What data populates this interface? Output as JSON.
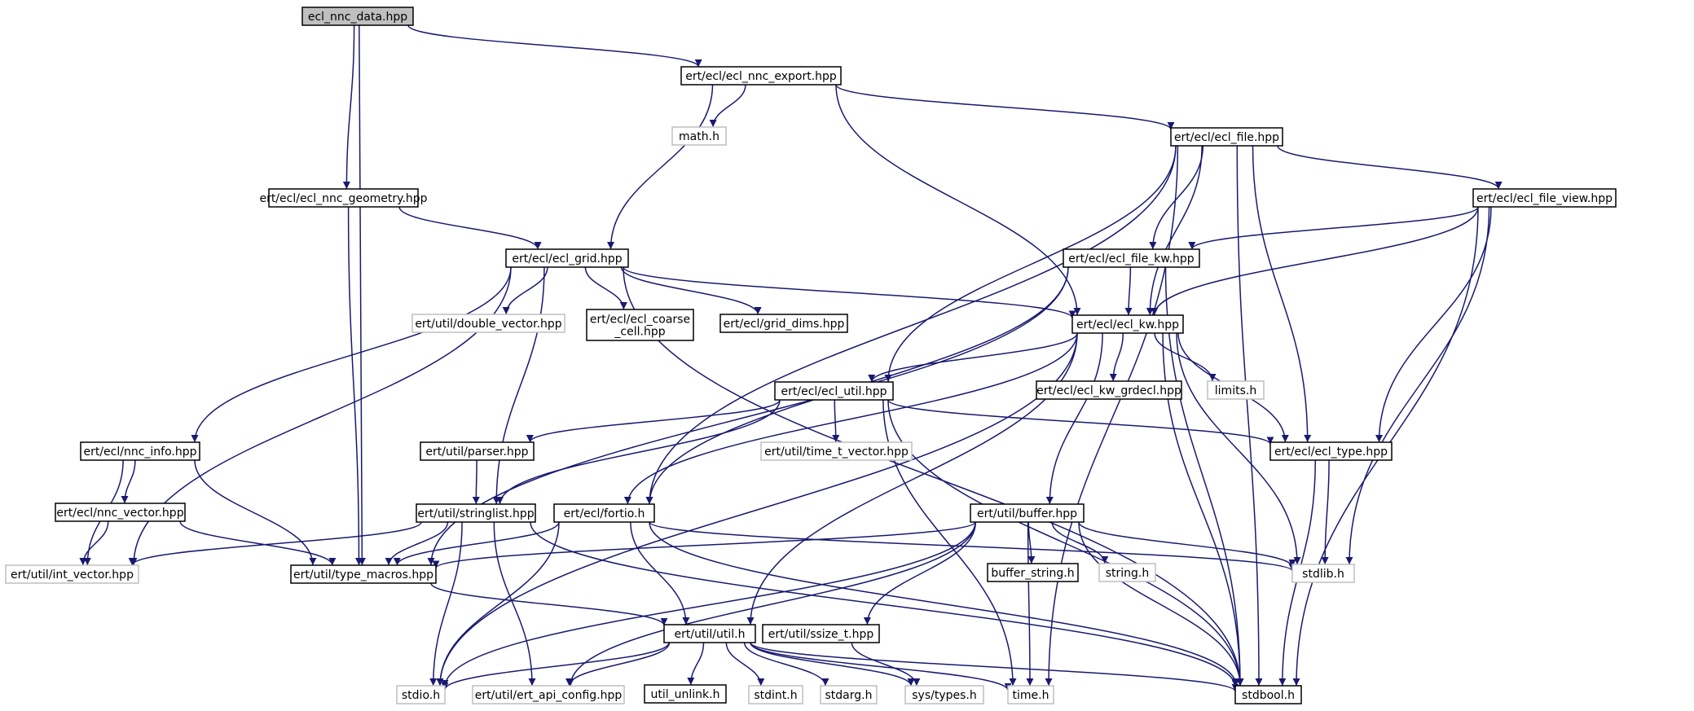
{
  "graph": {
    "colors": {
      "edge": "#191970",
      "node_border": "#000000",
      "external_border": "#bfbfbf",
      "root_fill": "#bfbfbf",
      "node_fill": "#ffffff",
      "external_text": "#7f7f7f",
      "text": "#000000"
    },
    "nodes": [
      {
        "id": "ecl_nnc_data",
        "label": "ecl_nnc_data.hpp",
        "style": "root"
      },
      {
        "id": "nnc_export",
        "label": "ert/ecl/ecl_nnc_export.hpp",
        "style": "normal"
      },
      {
        "id": "math_h",
        "label": "math.h",
        "style": "external"
      },
      {
        "id": "ecl_file",
        "label": "ert/ecl/ecl_file.hpp",
        "style": "normal"
      },
      {
        "id": "nnc_geometry",
        "label": "ert/ecl/ecl_nnc_geometry.hpp",
        "style": "normal"
      },
      {
        "id": "file_view",
        "label": "ert/ecl/ecl_file_view.hpp",
        "style": "normal"
      },
      {
        "id": "ecl_grid",
        "label": "ert/ecl/ecl_grid.hpp",
        "style": "normal"
      },
      {
        "id": "file_kw",
        "label": "ert/ecl/ecl_file_kw.hpp",
        "style": "normal"
      },
      {
        "id": "double_vector",
        "label": "ert/util/double_vector.hpp",
        "style": "external"
      },
      {
        "id": "coarse_cell",
        "label": "ert/ecl/ecl_coarse\n_cell.hpp",
        "style": "normal"
      },
      {
        "id": "grid_dims",
        "label": "ert/ecl/grid_dims.hpp",
        "style": "normal"
      },
      {
        "id": "ecl_kw",
        "label": "ert/ecl/ecl_kw.hpp",
        "style": "normal"
      },
      {
        "id": "ecl_util",
        "label": "ert/ecl/ecl_util.hpp",
        "style": "normal"
      },
      {
        "id": "kw_grdecl",
        "label": "ert/ecl/ecl_kw_grdecl.hpp",
        "style": "normal"
      },
      {
        "id": "limits_h",
        "label": "limits.h",
        "style": "external"
      },
      {
        "id": "nnc_info",
        "label": "ert/ecl/nnc_info.hpp",
        "style": "normal"
      },
      {
        "id": "parser",
        "label": "ert/util/parser.hpp",
        "style": "normal"
      },
      {
        "id": "time_t_vector",
        "label": "ert/util/time_t_vector.hpp",
        "style": "external"
      },
      {
        "id": "ecl_type",
        "label": "ert/ecl/ecl_type.hpp",
        "style": "normal"
      },
      {
        "id": "nnc_vector",
        "label": "ert/ecl/nnc_vector.hpp",
        "style": "normal"
      },
      {
        "id": "stringlist",
        "label": "ert/util/stringlist.hpp",
        "style": "normal"
      },
      {
        "id": "fortio",
        "label": "ert/ecl/fortio.h",
        "style": "normal"
      },
      {
        "id": "buffer",
        "label": "ert/util/buffer.hpp",
        "style": "normal"
      },
      {
        "id": "int_vector",
        "label": "ert/util/int_vector.hpp",
        "style": "external"
      },
      {
        "id": "type_macros",
        "label": "ert/util/type_macros.hpp",
        "style": "normal"
      },
      {
        "id": "buffer_string",
        "label": "buffer_string.h",
        "style": "normal"
      },
      {
        "id": "string_h",
        "label": "string.h",
        "style": "external"
      },
      {
        "id": "stdlib_h",
        "label": "stdlib.h",
        "style": "external"
      },
      {
        "id": "util_h",
        "label": "ert/util/util.h",
        "style": "normal"
      },
      {
        "id": "ssize_t",
        "label": "ert/util/ssize_t.hpp",
        "style": "normal"
      },
      {
        "id": "stdio_h",
        "label": "stdio.h",
        "style": "external"
      },
      {
        "id": "ert_api_config",
        "label": "ert/util/ert_api_config.hpp",
        "style": "external"
      },
      {
        "id": "util_unlink",
        "label": "util_unlink.h",
        "style": "normal"
      },
      {
        "id": "stdint_h",
        "label": "stdint.h",
        "style": "external"
      },
      {
        "id": "stdarg_h",
        "label": "stdarg.h",
        "style": "external"
      },
      {
        "id": "sys_types",
        "label": "sys/types.h",
        "style": "external"
      },
      {
        "id": "time_h",
        "label": "time.h",
        "style": "external"
      },
      {
        "id": "stdbool_h",
        "label": "stdbool.h",
        "style": "normal"
      }
    ],
    "edges": [
      [
        "ecl_nnc_data",
        "nnc_export"
      ],
      [
        "ecl_nnc_data",
        "nnc_geometry"
      ],
      [
        "ecl_nnc_data",
        "type_macros"
      ],
      [
        "nnc_export",
        "math_h"
      ],
      [
        "nnc_export",
        "ecl_grid"
      ],
      [
        "nnc_export",
        "ecl_kw"
      ],
      [
        "nnc_export",
        "ecl_file"
      ],
      [
        "nnc_geometry",
        "ecl_grid"
      ],
      [
        "nnc_geometry",
        "type_macros"
      ],
      [
        "ecl_file",
        "file_view"
      ],
      [
        "ecl_file",
        "file_kw"
      ],
      [
        "ecl_file",
        "ecl_kw"
      ],
      [
        "ecl_file",
        "ecl_util"
      ],
      [
        "ecl_file",
        "fortio"
      ],
      [
        "ecl_file",
        "ecl_type"
      ],
      [
        "ecl_file",
        "time_h"
      ],
      [
        "ecl_file",
        "stdbool_h"
      ],
      [
        "file_view",
        "file_kw"
      ],
      [
        "file_view",
        "ecl_kw"
      ],
      [
        "file_view",
        "ecl_type"
      ],
      [
        "file_view",
        "stdlib_h"
      ],
      [
        "file_view",
        "stdbool_h"
      ],
      [
        "file_kw",
        "ecl_kw"
      ],
      [
        "file_kw",
        "fortio"
      ],
      [
        "file_kw",
        "type_macros"
      ],
      [
        "file_kw",
        "stdbool_h"
      ],
      [
        "ecl_grid",
        "double_vector"
      ],
      [
        "ecl_grid",
        "coarse_cell"
      ],
      [
        "ecl_grid",
        "grid_dims"
      ],
      [
        "ecl_grid",
        "ecl_kw"
      ],
      [
        "ecl_grid",
        "nnc_info"
      ],
      [
        "ecl_grid",
        "stringlist"
      ],
      [
        "ecl_grid",
        "int_vector"
      ],
      [
        "ecl_grid",
        "stdbool_h"
      ],
      [
        "ecl_kw",
        "kw_grdecl"
      ],
      [
        "ecl_kw",
        "limits_h"
      ],
      [
        "ecl_kw",
        "ecl_util"
      ],
      [
        "ecl_kw",
        "ecl_type"
      ],
      [
        "ecl_kw",
        "buffer"
      ],
      [
        "ecl_kw",
        "fortio"
      ],
      [
        "ecl_kw",
        "util_h"
      ],
      [
        "ecl_kw",
        "stdio_h"
      ],
      [
        "ecl_kw",
        "stdlib_h"
      ],
      [
        "ecl_kw",
        "stdbool_h"
      ],
      [
        "ecl_util",
        "parser"
      ],
      [
        "ecl_util",
        "time_t_vector"
      ],
      [
        "ecl_util",
        "ecl_type"
      ],
      [
        "ecl_util",
        "stringlist"
      ],
      [
        "ecl_util",
        "time_h"
      ],
      [
        "ecl_util",
        "stdbool_h"
      ],
      [
        "nnc_info",
        "nnc_vector"
      ],
      [
        "nnc_info",
        "int_vector"
      ],
      [
        "nnc_info",
        "type_macros"
      ],
      [
        "nnc_vector",
        "int_vector"
      ],
      [
        "nnc_vector",
        "type_macros"
      ],
      [
        "parser",
        "stringlist"
      ],
      [
        "ecl_type",
        "stdlib_h"
      ],
      [
        "ecl_type",
        "stdbool_h"
      ],
      [
        "stringlist",
        "int_vector"
      ],
      [
        "stringlist",
        "type_macros"
      ],
      [
        "stringlist",
        "stdio_h"
      ],
      [
        "stringlist",
        "ert_api_config"
      ],
      [
        "stringlist",
        "stdbool_h"
      ],
      [
        "fortio",
        "type_macros"
      ],
      [
        "fortio",
        "util_h"
      ],
      [
        "fortio",
        "stdio_h"
      ],
      [
        "fortio",
        "stdlib_h"
      ],
      [
        "fortio",
        "stdbool_h"
      ],
      [
        "buffer",
        "type_macros"
      ],
      [
        "buffer",
        "buffer_string"
      ],
      [
        "buffer",
        "string_h"
      ],
      [
        "buffer",
        "stdlib_h"
      ],
      [
        "buffer",
        "ssize_t"
      ],
      [
        "buffer",
        "stdio_h"
      ],
      [
        "buffer",
        "ert_api_config"
      ],
      [
        "buffer",
        "time_h"
      ],
      [
        "buffer",
        "stdbool_h"
      ],
      [
        "type_macros",
        "util_h"
      ],
      [
        "util_h",
        "stdio_h"
      ],
      [
        "util_h",
        "ert_api_config"
      ],
      [
        "util_h",
        "util_unlink"
      ],
      [
        "util_h",
        "stdint_h"
      ],
      [
        "util_h",
        "stdarg_h"
      ],
      [
        "util_h",
        "sys_types"
      ],
      [
        "util_h",
        "time_h"
      ],
      [
        "util_h",
        "stdbool_h"
      ],
      [
        "ssize_t",
        "sys_types"
      ]
    ]
  }
}
